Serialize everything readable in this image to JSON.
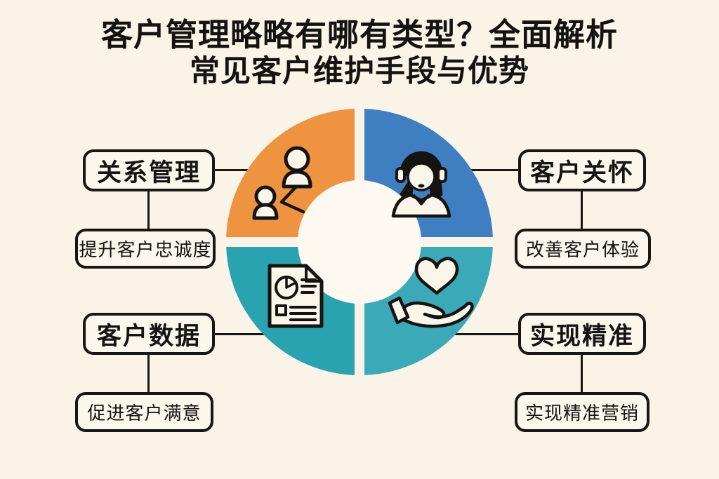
{
  "title": {
    "line1": "客户管理略略有哪有类型？全面解析",
    "line2": "常见客户维护手段与优势"
  },
  "nodes": [
    {
      "position": "top-left",
      "label": "关系管理",
      "sub": "提升客户忠诚度",
      "icon": "network-people-icon",
      "color": "#ee9440"
    },
    {
      "position": "top-right",
      "label": "客户关怀",
      "sub": "改善客户体验",
      "icon": "support-agent-icon",
      "color": "#3e7ec1"
    },
    {
      "position": "bottom-left",
      "label": "客户数据",
      "sub": "促进客户满意",
      "icon": "report-document-icon",
      "color": "#2aa3b0"
    },
    {
      "position": "bottom-right",
      "label": "实现精准",
      "sub": "实现精准营销",
      "icon": "hand-heart-icon",
      "color": "#3aa9b8"
    }
  ],
  "colors": {
    "background": "#f9f3e8",
    "box_fill": "#fcf7ec",
    "outline": "#191714",
    "donut_hole": "#fdf9f0",
    "icon_fill": "#fbf6ea"
  }
}
